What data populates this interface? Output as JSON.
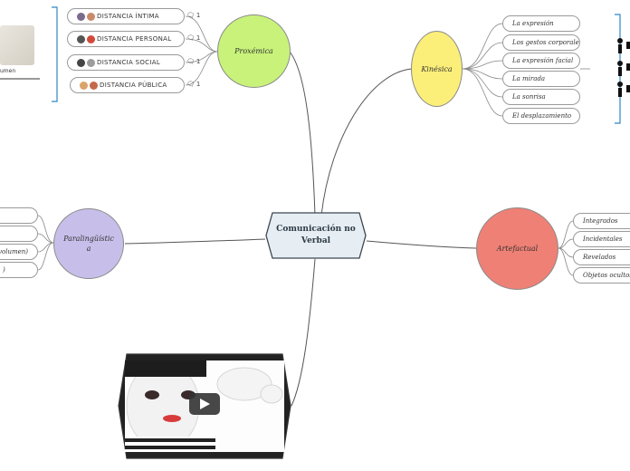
{
  "central": {
    "label": "Comunicación no Verbal"
  },
  "thumb_topleft": {
    "caption": "umen"
  },
  "proxemica": {
    "label": "Proxémica",
    "color": "#c8f27a",
    "items": [
      {
        "label": "DISTANCIA ÍNTIMA",
        "comments": "1"
      },
      {
        "label": "DISTANCIA PERSONAL",
        "comments": "1"
      },
      {
        "label": "DISTANCIA SOCIAL",
        "comments": "1"
      },
      {
        "label": "DISTANCIA PÚBLICA",
        "comments": "1"
      }
    ]
  },
  "kinesica": {
    "label": "Kinésica",
    "color": "#fbef7a",
    "items": [
      "La expresión",
      "Los gestos corporales",
      "La expresión facial",
      "La mirada",
      "La sonrisa",
      "El desplazamiento"
    ]
  },
  "paralinguistica": {
    "label": "Paralingüística",
    "color": "#c7bfe9",
    "items": [
      "",
      "",
      "volumen)",
      ")"
    ]
  },
  "artefactual": {
    "label": "Artefactual",
    "color": "#ef8075",
    "items": [
      "Integrados",
      "Incidentales",
      "Revelados",
      "Objetos ocultos"
    ]
  },
  "video": {
    "play_icon": "play-icon"
  },
  "colors": {
    "central_fill": "#e6eef4",
    "central_stroke": "#3c4650",
    "line": "#555555",
    "bracket": "#2f86c8"
  }
}
